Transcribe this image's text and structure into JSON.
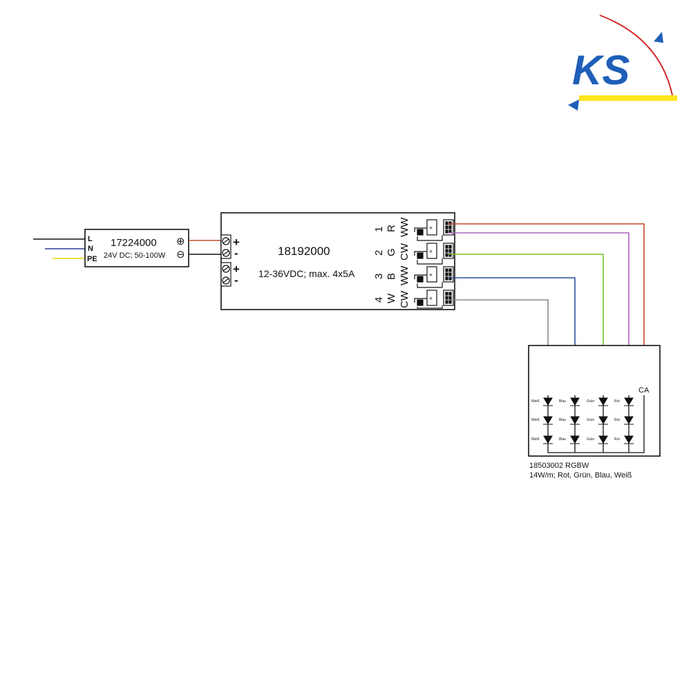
{
  "logo": {
    "text": "KS",
    "colors": {
      "letters": "#1f5fb8",
      "arc": "#d42a2a",
      "underline": "#ffe51a",
      "triangles": "#1f5fb8"
    }
  },
  "power_supply": {
    "model": "17224000",
    "spec": "24V DC; 50-100W",
    "inputs": [
      "L",
      "N",
      "PE"
    ],
    "outputs": [
      "⊕",
      "⊖"
    ]
  },
  "controller": {
    "model": "18192000",
    "spec": "12-36VDC; max. 4x5A",
    "terminal_signs": [
      "+",
      "-",
      "+",
      "-"
    ],
    "channels": [
      {
        "num": "1",
        "color": "R",
        "white": "WW"
      },
      {
        "num": "2",
        "color": "G",
        "white": "CW"
      },
      {
        "num": "3",
        "color": "B",
        "white": "WW"
      },
      {
        "num": "4",
        "color": "W",
        "white": "CW"
      }
    ]
  },
  "strip": {
    "common_label": "CA",
    "model": "18503002 RGBW",
    "spec": "14W/m; Rot, Grün, Blau, Weiß",
    "led_labels": [
      "Weiß",
      "Blau",
      "Grün",
      "Rot"
    ]
  },
  "wire_colors": {
    "mains_l": "#111111",
    "mains_n": "#2a3f9a",
    "mains_pe": "#e8d400",
    "dc_plus": "#c8482a",
    "dc_minus": "#111111",
    "red": "#c8482a",
    "violet": "#b060c0",
    "green": "#7ac02a",
    "blue": "#2a4fa0",
    "grey": "#8a8a8a"
  }
}
